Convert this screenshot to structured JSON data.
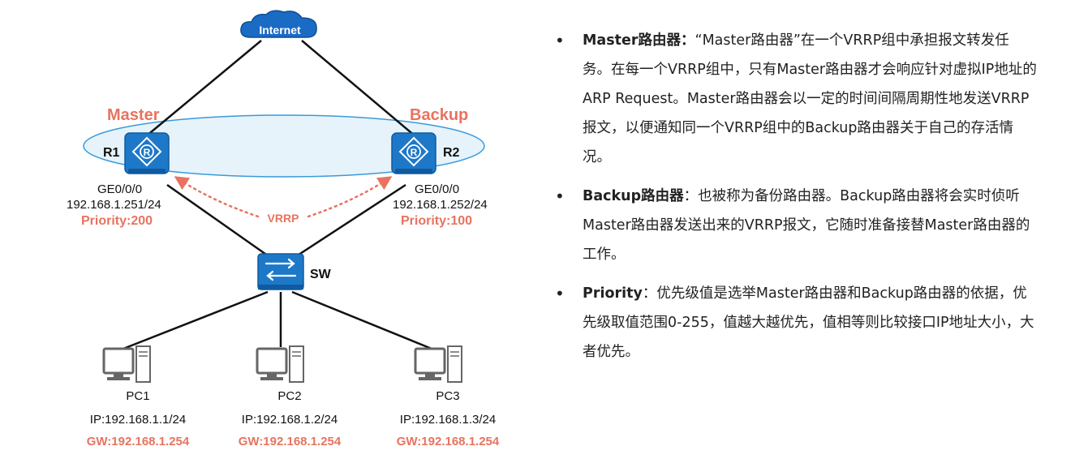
{
  "diagram": {
    "internet_label": "Internet",
    "r1": {
      "name": "R1",
      "role": "Master",
      "interface": "GE0/0/0",
      "ip": "192.168.1.251/24",
      "priority": "Priority:200"
    },
    "r2": {
      "name": "R2",
      "role": "Backup",
      "interface": "GE0/0/0",
      "ip": "192.168.1.252/24",
      "priority": "Priority:100"
    },
    "vrrp_label": "VRRP",
    "switch_label": "SW",
    "pcs": [
      {
        "name": "PC1",
        "ip": "IP:192.168.1.1/24",
        "gw": "GW:192.168.1.254"
      },
      {
        "name": "PC2",
        "ip": "IP:192.168.1.2/24",
        "gw": "GW:192.168.1.254"
      },
      {
        "name": "PC3",
        "ip": "IP:192.168.1.3/24",
        "gw": "GW:192.168.1.254"
      }
    ],
    "colors": {
      "router_blue": "#1e78c8",
      "role_red": "#e8735f",
      "ellipse_fill": "#e6f3fb",
      "ellipse_stroke": "#3a9ad9"
    }
  },
  "bullets": [
    {
      "term": "Master路由器：",
      "text": "“Master路由器”在一个VRRP组中承担报文转发任务。在每一个VRRP组中，只有Master路由器才会响应针对虚拟IP地址的ARP Request。Master路由器会以一定的时间间隔周期性地发送VRRP报文，以便通知同一个VRRP组中的Backup路由器关于自己的存活情况。"
    },
    {
      "term": "Backup路由器",
      "text": "：也被称为备份路由器。Backup路由器将会实时侦听Master路由器发送出来的VRRP报文，它随时准备接替Master路由器的工作。"
    },
    {
      "term": "Priority",
      "text": "：优先级值是选举Master路由器和Backup路由器的依据，优先级取值范围0-255，值越大越优先，值相等则比较接口IP地址大小，大者优先。"
    }
  ]
}
